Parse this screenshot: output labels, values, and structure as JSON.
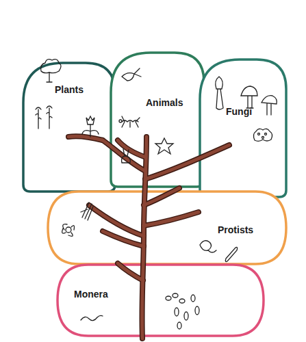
{
  "diagram": {
    "nodes": [
      {
        "text": [
          "Plants"
        ]
      },
      {
        "text": [
          "Animals"
        ]
      },
      {
        "text": [
          "Fungi"
        ]
      },
      {
        "text": [
          "Protists"
        ]
      },
      {
        "text": [
          "Monera"
        ]
      }
    ]
  }
}
